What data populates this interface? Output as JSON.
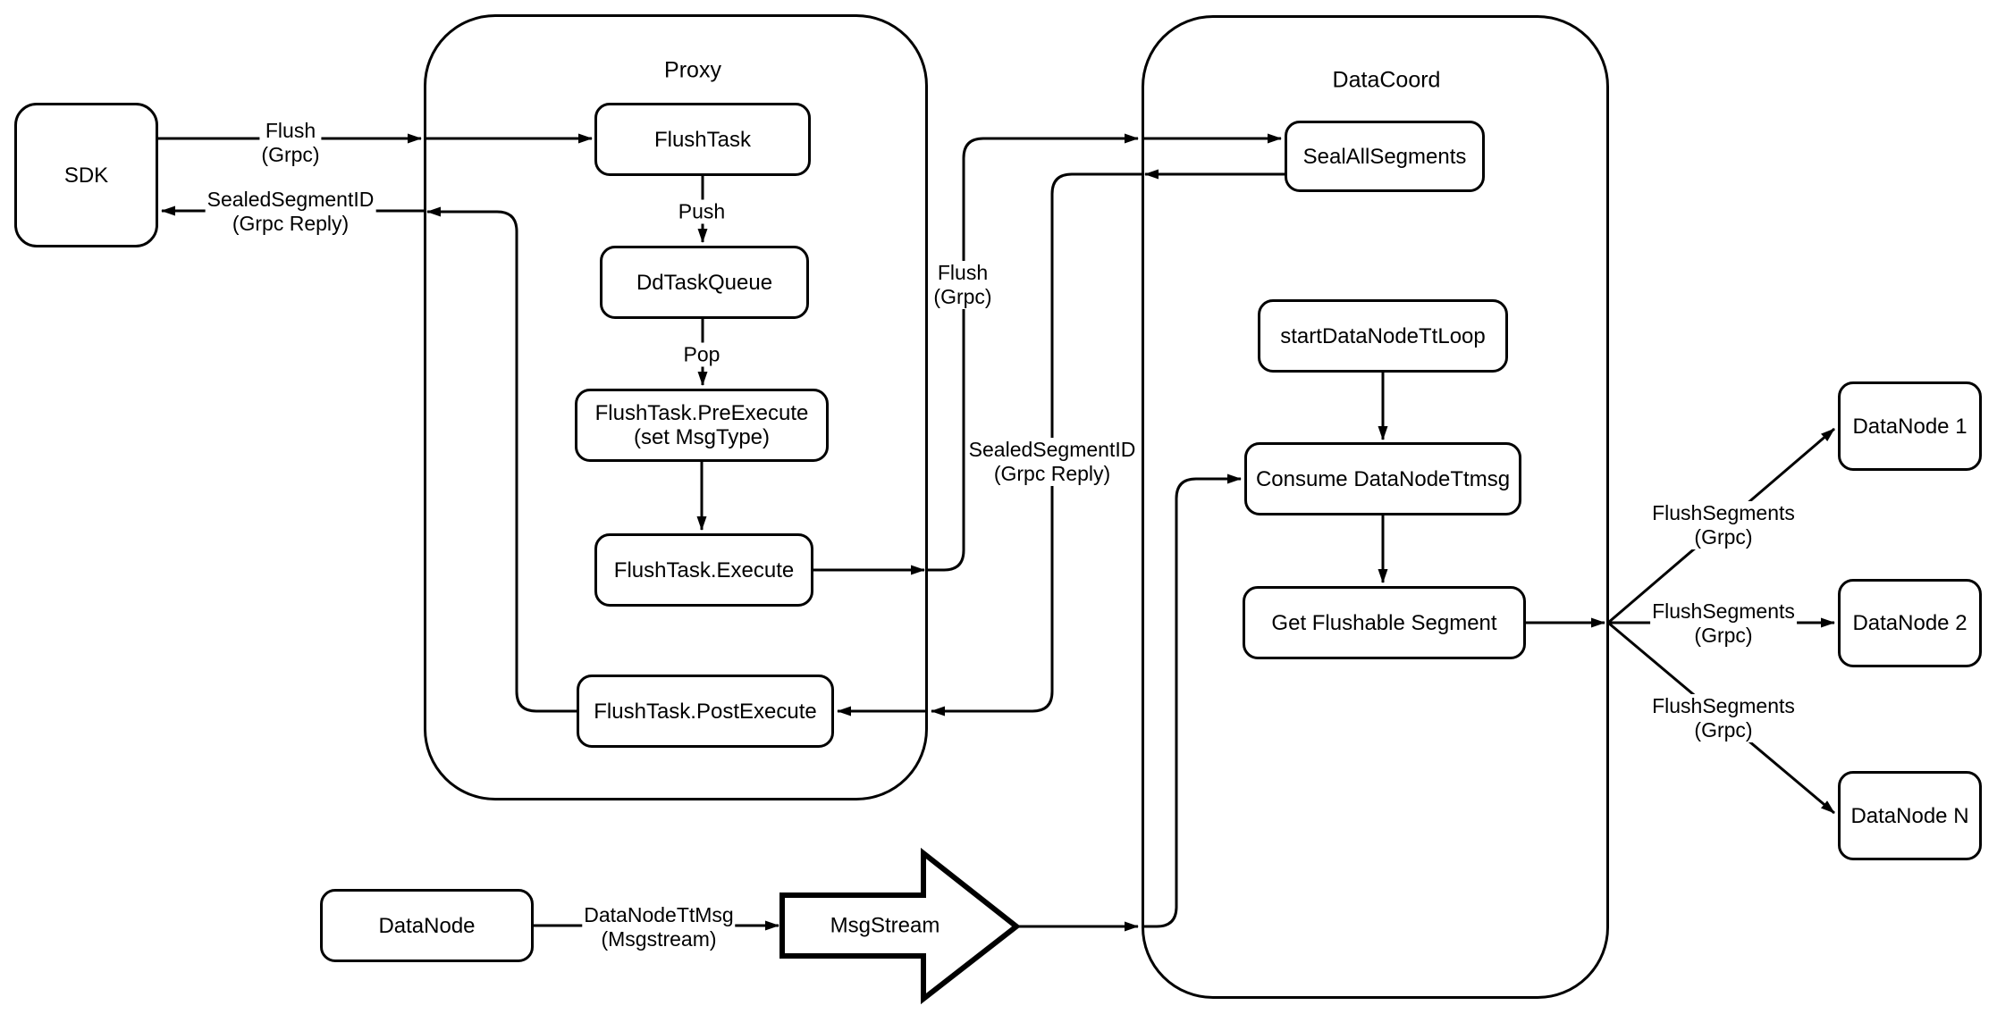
{
  "colors": {
    "line": "#000000",
    "node_fill": "#ffffff",
    "background": "#ffffff"
  },
  "containers": {
    "proxy": {
      "label": "Proxy"
    },
    "datacoord": {
      "label": "DataCoord"
    }
  },
  "nodes": {
    "sdk": {
      "label": "SDK"
    },
    "flushtask": {
      "label": "FlushTask"
    },
    "ddtaskqueue": {
      "label": "DdTaskQueue"
    },
    "preexecute": {
      "line1": "FlushTask.PreExecute",
      "line2": "(set MsgType)"
    },
    "execute": {
      "label": "FlushTask.Execute"
    },
    "postexecute": {
      "label": "FlushTask.PostExecute"
    },
    "sealallsegments": {
      "label": "SealAllSegments"
    },
    "startdatanodettloop": {
      "label": "startDataNodeTtLoop"
    },
    "consumedatanodettmsg": {
      "label": "Consume DataNodeTtmsg"
    },
    "getflushablesegment": {
      "label": "Get Flushable Segment"
    },
    "datanode": {
      "label": "DataNode"
    },
    "msgstream": {
      "label": "MsgStream"
    },
    "datanode1": {
      "label": "DataNode 1"
    },
    "datanode2": {
      "label": "DataNode 2"
    },
    "datanoden": {
      "label": "DataNode N"
    }
  },
  "edge_labels": {
    "flush_sdk": {
      "line1": "Flush",
      "line2": "(Grpc)"
    },
    "sealed_sdk": {
      "line1": "SealedSegmentID",
      "line2": "(Grpc Reply)"
    },
    "push": "Push",
    "pop": "Pop",
    "flush_mid": {
      "line1": "Flush",
      "line2": "(Grpc)"
    },
    "sealed_mid": {
      "line1": "SealedSegmentID",
      "line2": "(Grpc Reply)"
    },
    "datanodettmsg": {
      "line1": "DataNodeTtMsg",
      "line2": "(Msgstream)"
    },
    "flushsegments_1": {
      "line1": "FlushSegments",
      "line2": "(Grpc)"
    },
    "flushsegments_2": {
      "line1": "FlushSegments",
      "line2": "(Grpc)"
    },
    "flushsegments_n": {
      "line1": "FlushSegments",
      "line2": "(Grpc)"
    }
  }
}
